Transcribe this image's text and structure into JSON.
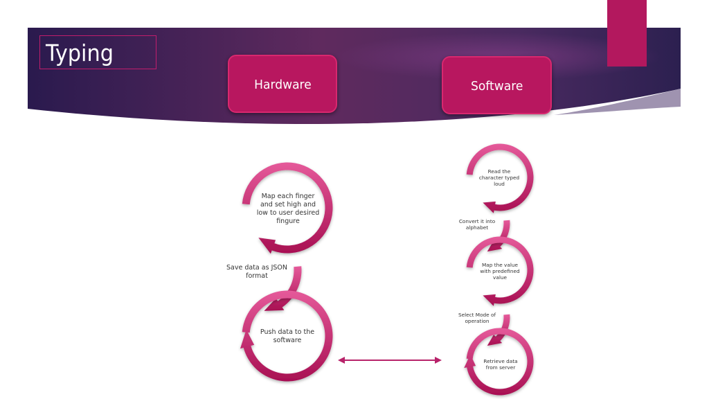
{
  "title": "Typing",
  "pills": {
    "hardware": "Hardware",
    "software": "Software"
  },
  "hardware_steps": [
    "Map each finger and set high and low to user desired fingure",
    "Save data as JSON format",
    "Push data to the software"
  ],
  "software_steps": [
    "Read the character typed loud",
    "Convert it into alphabet",
    "Map the value with predefined value",
    "Select Mode of operation",
    "Retrieve data from server"
  ],
  "colors": {
    "accent": "#b3185e",
    "banner_dark": "#2a1a4e",
    "banner_mid": "#5f2a5e",
    "ring_light": "#e55a9a",
    "ring_dark": "#a80f52",
    "arrow": "#b8236a"
  }
}
